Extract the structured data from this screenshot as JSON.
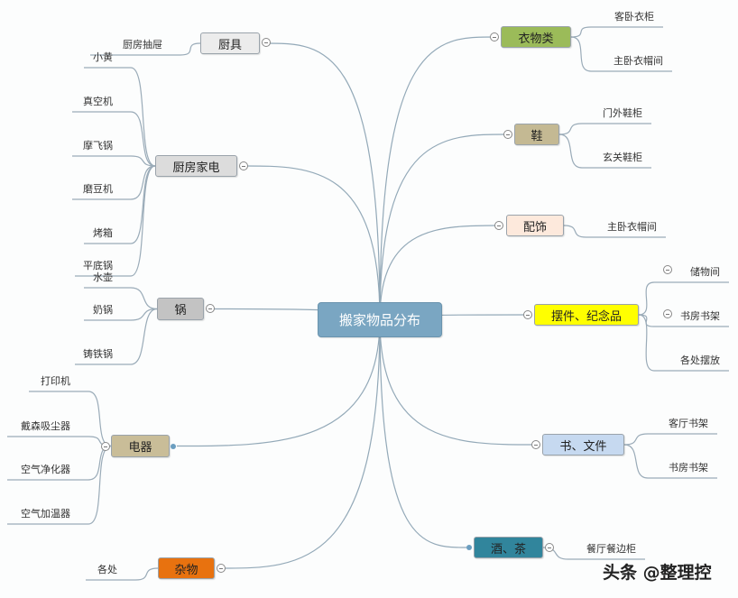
{
  "center": {
    "label": "搬家物品分布",
    "color": "#7aa6c2"
  },
  "branches": [
    {
      "label": "厨具",
      "color": "#ececec",
      "leaves": [
        "厨房抽屉"
      ]
    },
    {
      "label": "厨房家电",
      "color": "#dcdcdc",
      "leaves": [
        "小黄",
        "真空机",
        "摩飞锅",
        "磨豆机",
        "烤箱",
        "平底锅"
      ]
    },
    {
      "label": "锅",
      "color": "#c3c3c3",
      "leaves": [
        "水壶",
        "奶锅",
        "铸铁锅"
      ]
    },
    {
      "label": "电器",
      "color": "#c9bd98",
      "leaves": [
        "打印机",
        "戴森吸尘器",
        "空气净化器",
        "空气加温器"
      ]
    },
    {
      "label": "杂物",
      "color": "#e8720f",
      "leaves": [
        "各处"
      ]
    },
    {
      "label": "衣物类",
      "color": "#9bbb59",
      "leaves": [
        "客卧衣柜",
        "主卧衣帽间"
      ]
    },
    {
      "label": "鞋",
      "color": "#c4b993",
      "leaves": [
        "门外鞋柜",
        "玄关鞋柜"
      ]
    },
    {
      "label": "配饰",
      "color": "#fde9dc",
      "leaves": [
        "主卧衣帽间"
      ]
    },
    {
      "label": "摆件、纪念品",
      "color": "#ffff00",
      "leaves": [
        "储物间",
        "书房书架",
        "各处摆放"
      ]
    },
    {
      "label": "书、文件",
      "color": "#c6d9f0",
      "leaves": [
        "客厅书架",
        "书房书架"
      ]
    },
    {
      "label": "酒、茶",
      "color": "#31859c",
      "leaves": [
        "餐厅餐边柜"
      ]
    }
  ],
  "watermark": "头条 @整理控"
}
